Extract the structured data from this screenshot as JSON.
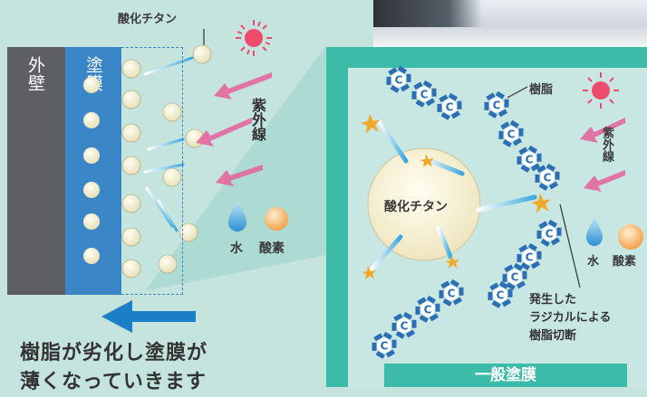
{
  "left_panel": {
    "wall_label": "外壁",
    "coat_label": "塗膜",
    "tio2_label": "酸化チタン",
    "uv_label": "紫外線",
    "water_label": "水",
    "oxygen_label": "酸素",
    "caption_line1": "樹脂が劣化し塗膜が",
    "caption_line2": "薄くなっていきます"
  },
  "right_panel": {
    "tio2_label": "酸化チタン",
    "resin_label": "樹脂",
    "uv_label": "紫外線",
    "water_label": "水",
    "oxygen_label": "酸素",
    "caption_line1": "発生した",
    "caption_line2": "ラジカルによる",
    "caption_line3": "樹脂切断",
    "general_label": "一般塗膜",
    "monomer_letter": "C"
  },
  "colors": {
    "background": "#c6e4de",
    "wall": "#5e5f63",
    "coat": "#3a86c6",
    "inner_panel": "#3bbba8",
    "inner_panel_fill": "#c8e7e2",
    "uv_arrow": "#e5609b",
    "sun": "#ef4b6d",
    "monomer": "#2c6fb4"
  }
}
